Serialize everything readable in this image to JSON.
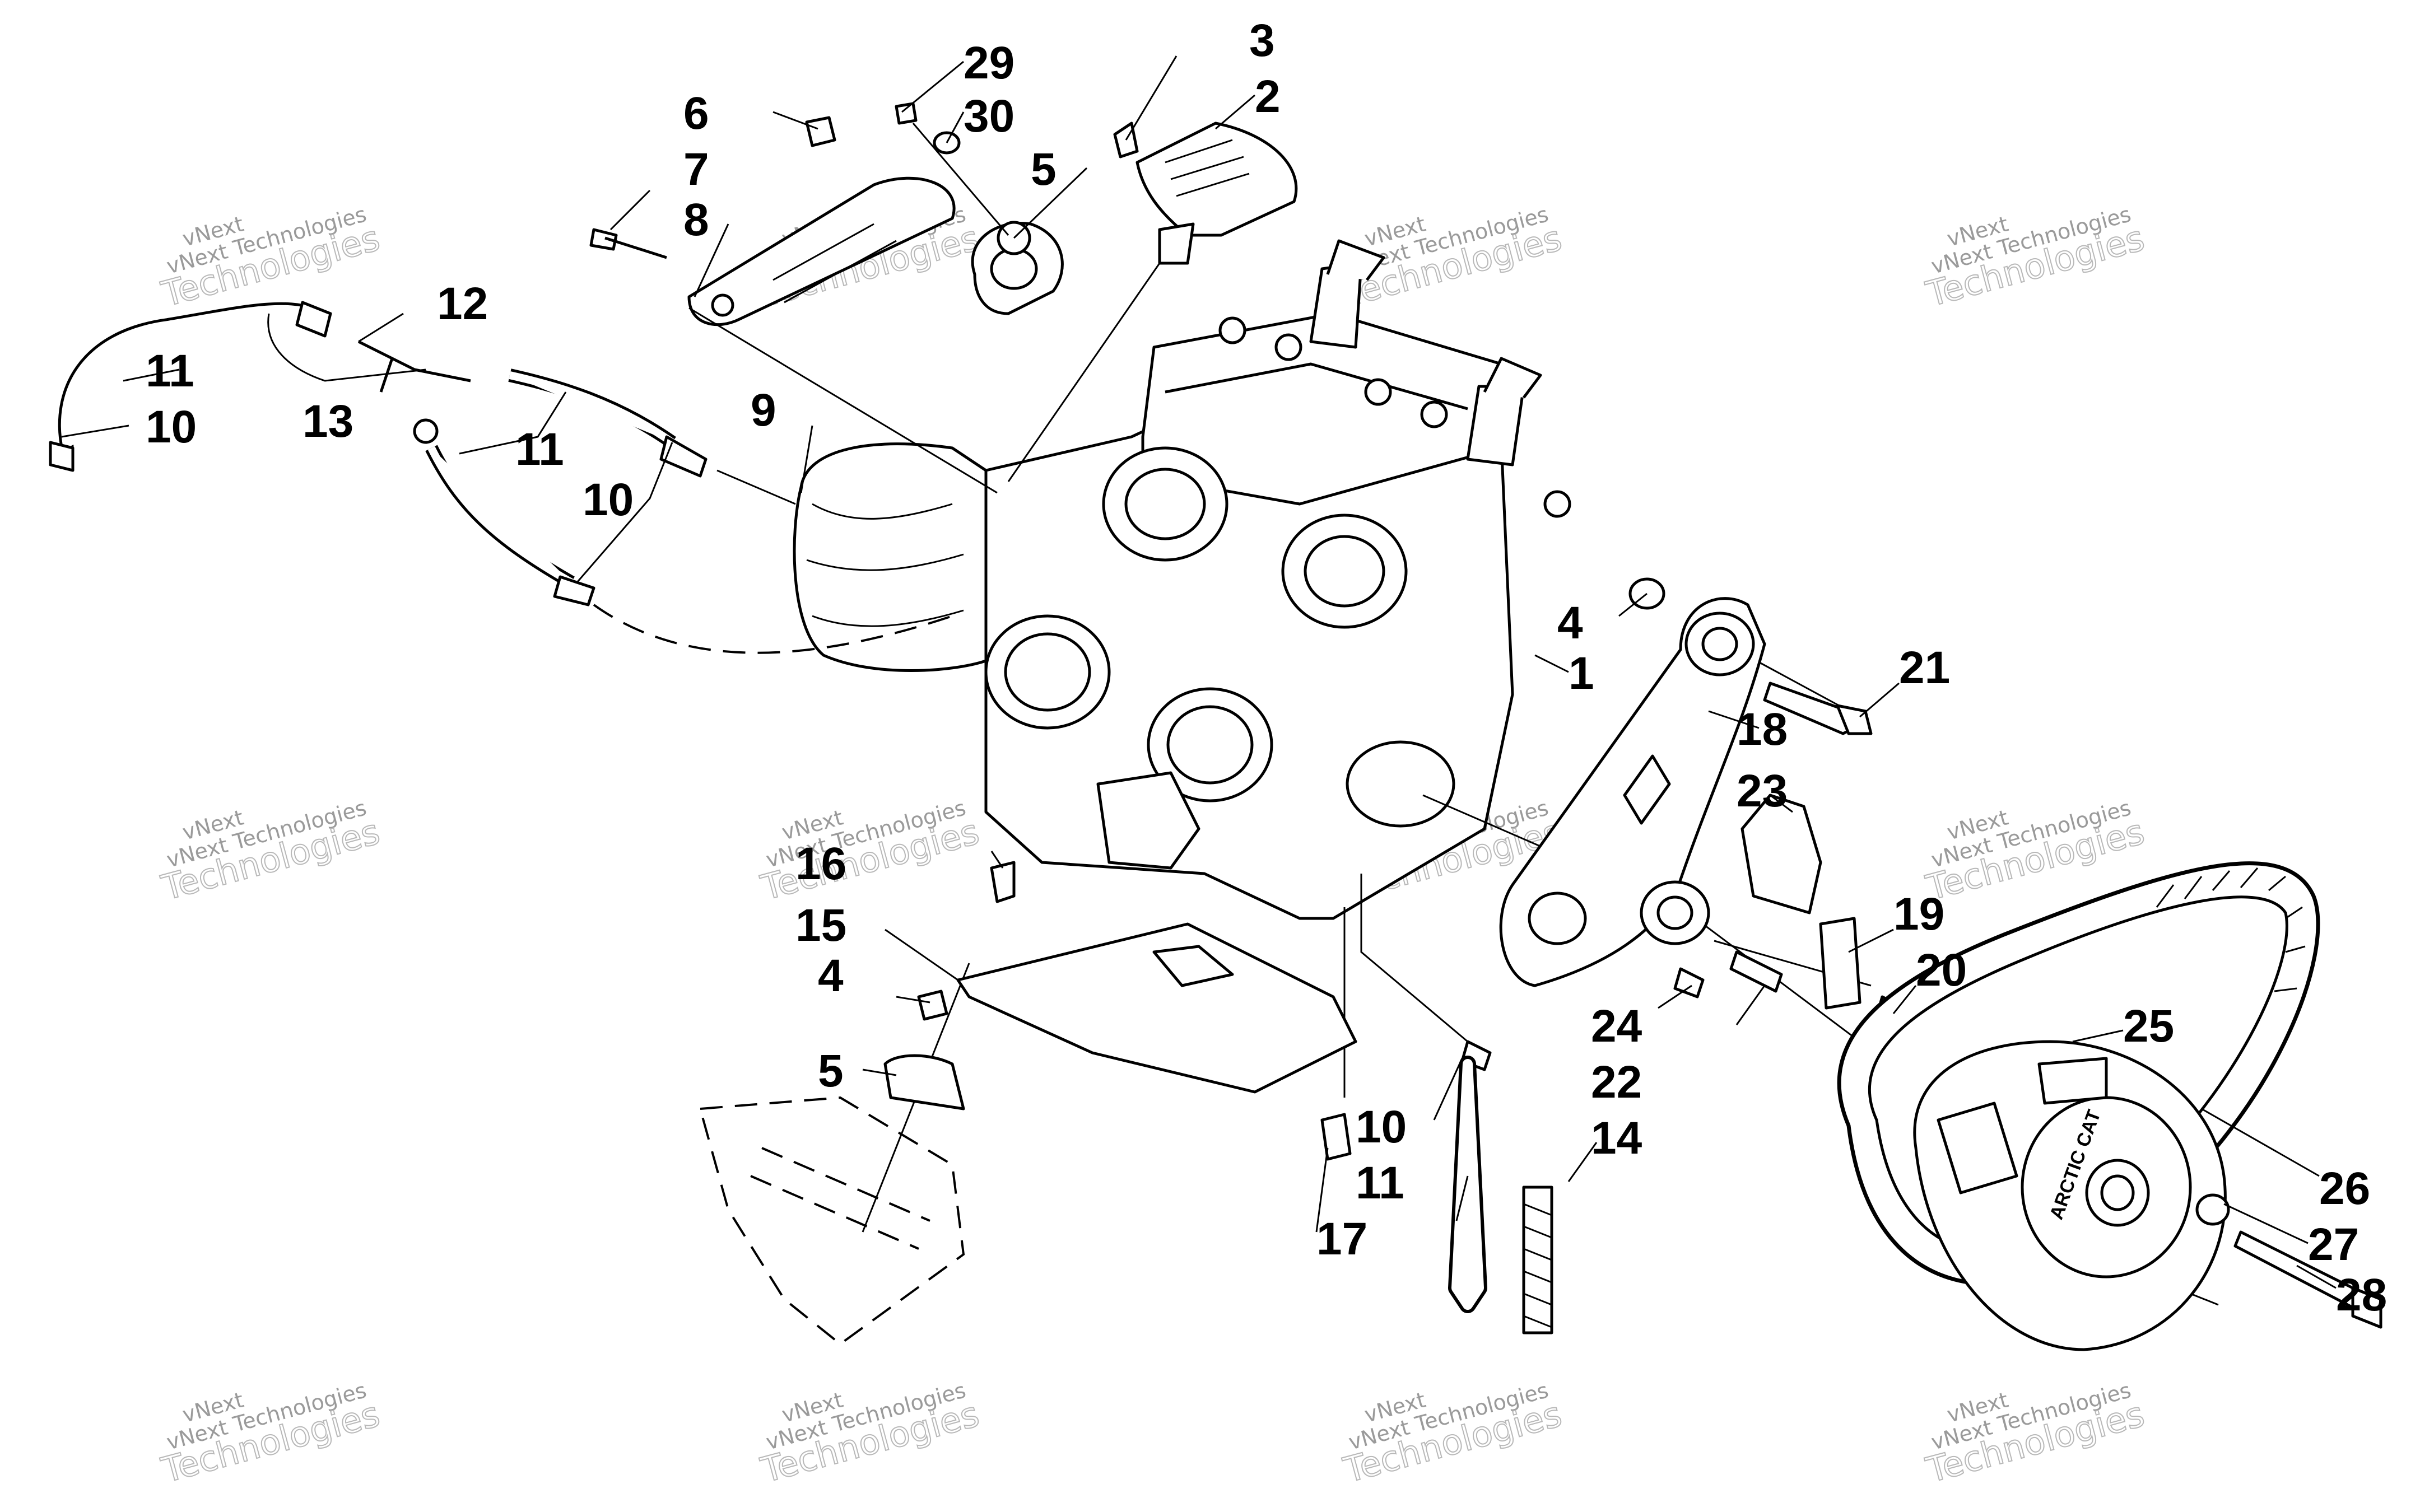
{
  "callouts": [
    {
      "id": "c1",
      "label": "1"
    },
    {
      "id": "c2",
      "label": "2"
    },
    {
      "id": "c3",
      "label": "3"
    },
    {
      "id": "c4a",
      "label": "4"
    },
    {
      "id": "c4b",
      "label": "4"
    },
    {
      "id": "c5a",
      "label": "5"
    },
    {
      "id": "c5b",
      "label": "5"
    },
    {
      "id": "c6",
      "label": "6"
    },
    {
      "id": "c7",
      "label": "7"
    },
    {
      "id": "c8",
      "label": "8"
    },
    {
      "id": "c9",
      "label": "9"
    },
    {
      "id": "c10a",
      "label": "10"
    },
    {
      "id": "c10b",
      "label": "10"
    },
    {
      "id": "c10c",
      "label": "10"
    },
    {
      "id": "c11a",
      "label": "11"
    },
    {
      "id": "c11b",
      "label": "11"
    },
    {
      "id": "c11c",
      "label": "11"
    },
    {
      "id": "c12",
      "label": "12"
    },
    {
      "id": "c13",
      "label": "13"
    },
    {
      "id": "c14",
      "label": "14"
    },
    {
      "id": "c15",
      "label": "15"
    },
    {
      "id": "c16",
      "label": "16"
    },
    {
      "id": "c17",
      "label": "17"
    },
    {
      "id": "c18",
      "label": "18"
    },
    {
      "id": "c19",
      "label": "19"
    },
    {
      "id": "c20",
      "label": "20"
    },
    {
      "id": "c21",
      "label": "21"
    },
    {
      "id": "c22",
      "label": "22"
    },
    {
      "id": "c23",
      "label": "23"
    },
    {
      "id": "c24",
      "label": "24"
    },
    {
      "id": "c25",
      "label": "25"
    },
    {
      "id": "c26",
      "label": "26"
    },
    {
      "id": "c27",
      "label": "27"
    },
    {
      "id": "c28",
      "label": "28"
    },
    {
      "id": "c29",
      "label": "29"
    },
    {
      "id": "c30",
      "label": "30"
    }
  ],
  "watermark": {
    "line1": "vNext",
    "line2": "vNext Technologies",
    "line3": "Technologies"
  },
  "clutch_brand": "ARCTIC CAT"
}
